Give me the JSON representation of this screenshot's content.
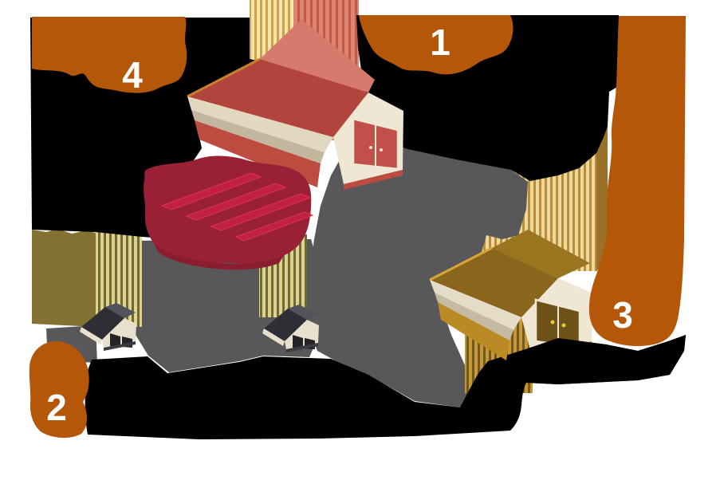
{
  "figure": {
    "kind": "isometric-buildings-infographic",
    "background": "#FFFFFF",
    "badge_text_color": "#FFFFFF"
  },
  "steps": [
    {
      "number": "1"
    },
    {
      "number": "2"
    },
    {
      "number": "3"
    },
    {
      "number": "4"
    }
  ],
  "colors": {
    "orange": "#B45708",
    "black": "#000000",
    "gray": "#58585A",
    "olive_block": "#847233",
    "gold_strip": "#9A7128",
    "red_barn": {
      "roof_light": "#D67A6B",
      "roof_dark": "#B2453B",
      "edge": "#C8802F",
      "eave": "#E2D8C2",
      "band": "#C3B69E",
      "wall": "#BE4B40",
      "gable": "#EFE6D4",
      "door": "#C1504A"
    },
    "pallet": {
      "body": "#9A2135",
      "rib": "#C2203F",
      "rib_light": "#DA3558",
      "base": "#8A1E2F"
    },
    "tan_barn": {
      "roof_light": "#9B741F",
      "roof_dark": "#8A661C",
      "edge": "#D8A435",
      "eave": "#E5DCC8",
      "band": "#C7BAA2",
      "wall": "#BA8B25",
      "gable": "#EFE6D4",
      "door": "#6E5118",
      "handle": "#E8C83C"
    },
    "small_barn": {
      "roof_dark": "#2E2E35",
      "roof_light": "#53535C",
      "trim": "#E8DFCC",
      "door": "#232328",
      "base": "#3A3A40"
    },
    "stripes": {
      "yellow_light": "#F2E5AA",
      "yellow_gold": "#D3A04A",
      "salmon_light": "#DE8472",
      "salmon_dark": "#C2584A",
      "gold_light": "#EBD9A2",
      "gold_dark": "#BE8C34",
      "olive_light": "#DFD28B",
      "olive_dark": "#6F6839",
      "lower_gold": "#C89733",
      "lower_dark": "#6E5B24"
    }
  }
}
